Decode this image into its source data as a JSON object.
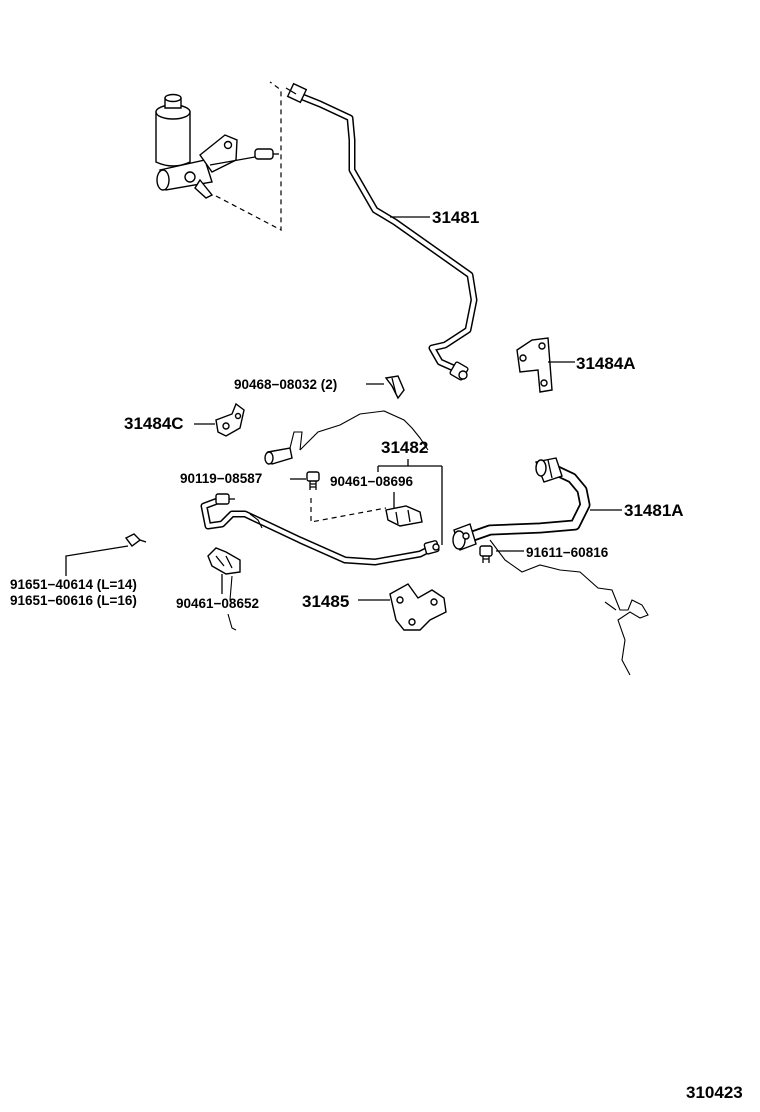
{
  "labels": {
    "p31481": "31481",
    "p31484a": "31484A",
    "p90468": "90468−08032 (2)",
    "p31484c": "31484C",
    "p31482": "31482",
    "p90119": "90119−08587",
    "p90461a": "90461−08696",
    "p31481a": "31481A",
    "p91611": "91611−60816",
    "p91651a": "91651−40614 (L=14)",
    "p91651b": "91651−60616 (L=16)",
    "p90461b": "90461−08652",
    "p31485": "31485",
    "diagram_number": "310423"
  }
}
